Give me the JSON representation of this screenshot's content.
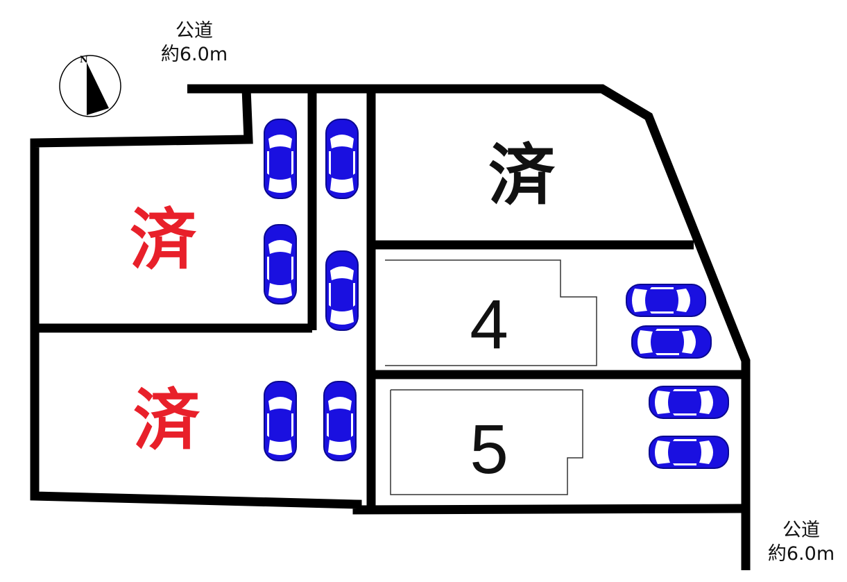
{
  "roads": [
    {
      "name": "公道",
      "width": "約6.0m"
    },
    {
      "name": "公道",
      "width": "約6.0m"
    }
  ],
  "compass": {
    "label": "N"
  },
  "lots": [
    {
      "label": "済",
      "status": "sold",
      "color": "#e8202a"
    },
    {
      "label": "済",
      "status": "sold",
      "color": "#e8202a"
    },
    {
      "label": "済",
      "status": "sold",
      "color": "#111111"
    },
    {
      "label": "4",
      "status": "available"
    },
    {
      "label": "5",
      "status": "available"
    }
  ],
  "colors": {
    "car": "#1a10e0",
    "line": "#000000"
  }
}
